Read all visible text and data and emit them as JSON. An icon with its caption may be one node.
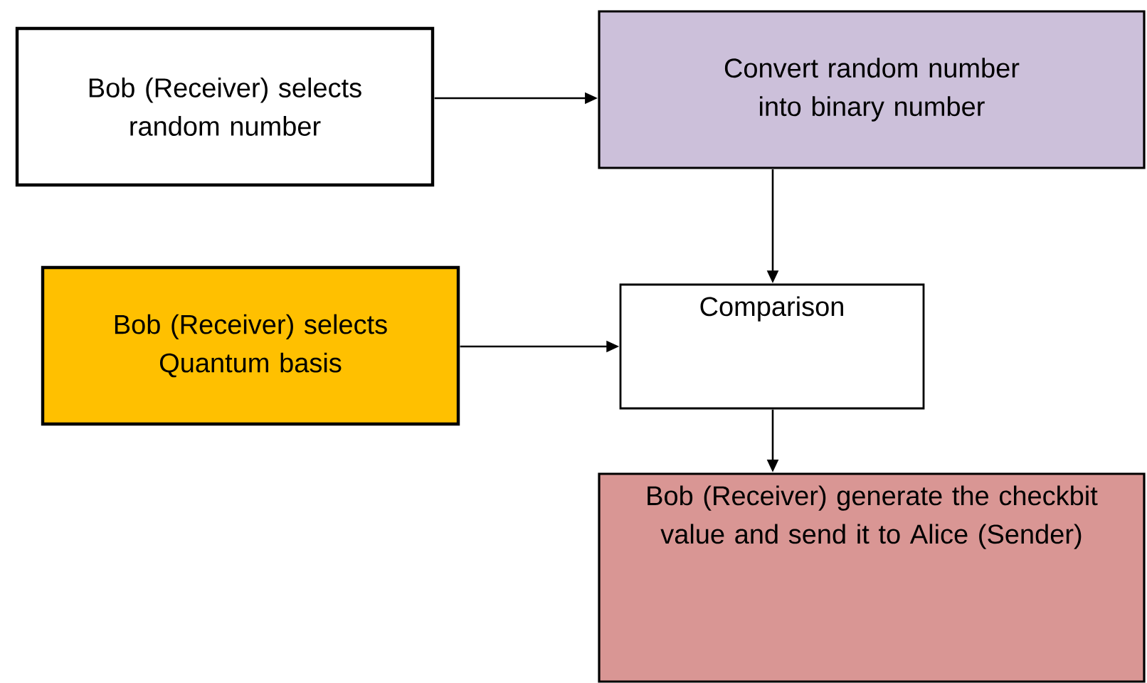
{
  "diagram": {
    "nodes": [
      {
        "text": [
          "Bob (Receiver) selects random number"
        ]
      },
      {
        "text": [
          "Convert random number into binary number"
        ]
      },
      {
        "text": [
          "Bob (Receiver) selects Quantum basis"
        ]
      },
      {
        "text": [
          "Comparison"
        ]
      },
      {
        "text": [
          "Bob (Receiver) generate the checkbit value and send it to Alice (Sender)"
        ]
      }
    ],
    "edges": [
      {
        "from": 0,
        "to": 1,
        "arrow": "to"
      },
      {
        "from": 1,
        "to": 3,
        "arrow": "to"
      },
      {
        "from": 2,
        "to": 3,
        "arrow": "to"
      },
      {
        "from": 3,
        "to": 4,
        "arrow": "to"
      }
    ]
  }
}
